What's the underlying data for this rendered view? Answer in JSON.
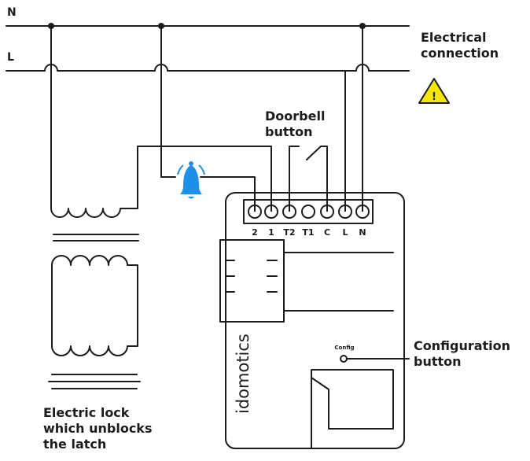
{
  "lines": {
    "neutral": "N",
    "live": "L"
  },
  "labels": {
    "electrical_connection": [
      "Electrical",
      "connection"
    ],
    "doorbell_button": [
      "Doorbell",
      "button"
    ],
    "configuration_button": [
      "Configuration",
      "button"
    ],
    "electric_lock": [
      "Electric lock",
      "which unblocks",
      "the latch"
    ]
  },
  "warning": {
    "symbol": "!",
    "icon": "warning-triangle-icon",
    "color": "#f5e60a"
  },
  "bell": {
    "icon": "bell-icon",
    "color": "#1e90e8"
  },
  "device": {
    "brand": "idomotics",
    "config_label": "Config",
    "terminals": [
      "2",
      "1",
      "T2",
      "T1",
      "C",
      "L",
      "N"
    ]
  },
  "colors": {
    "wire": "#1c1c1c"
  }
}
